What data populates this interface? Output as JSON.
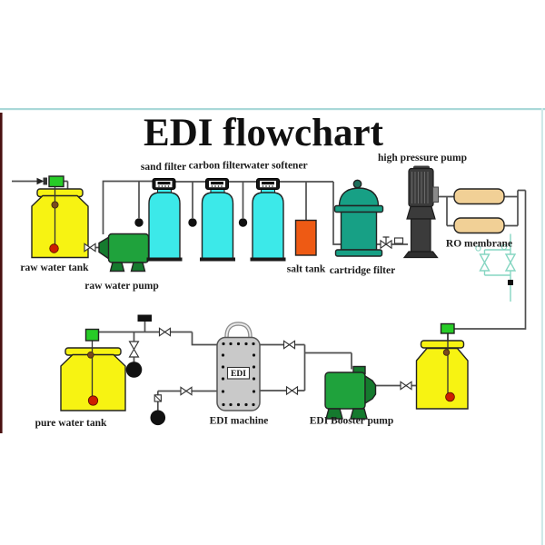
{
  "title": "EDI flowchart",
  "labels": {
    "raw_water_tank": "raw water tank",
    "raw_water_pump": "raw water pump",
    "sand_filter": "sand filter",
    "carbon_filter": "carbon filter",
    "water_softener": "water softener",
    "salt_tank": "salt tank",
    "cartridge_filter": "cartridge filter",
    "high_pressure_pump": "high pressure pump",
    "ro_membrane": "RO membrane",
    "pure_water_tank": "pure water tank",
    "edi_machine": "EDI machine",
    "edi_booster_pump": "EDI Booster pump",
    "edi_badge": "EDI"
  },
  "colors": {
    "accent_line": "#a9d8d8",
    "accent_line_soft": "#cfe9e9",
    "edge_artifact": "#4a1010",
    "tank_yellow": "#f7f312",
    "vessel_cyan": "#3ce9e9",
    "pump_green": "#1fa23c",
    "pump_green_dark": "#157a2e",
    "valve_green": "#27cc27",
    "salt_orange": "#ee5a14",
    "filter_teal": "#17a085",
    "pump_dark_gray": "#3b3b3b",
    "membrane_tan": "#f1d096",
    "edi_gray": "#c9c9c9",
    "pipe_gray": "#4f4f4f",
    "concentrate_green": "#86d6c2",
    "sensor_brown": "#7a4a1e",
    "sensor_red": "#cc1f00"
  }
}
